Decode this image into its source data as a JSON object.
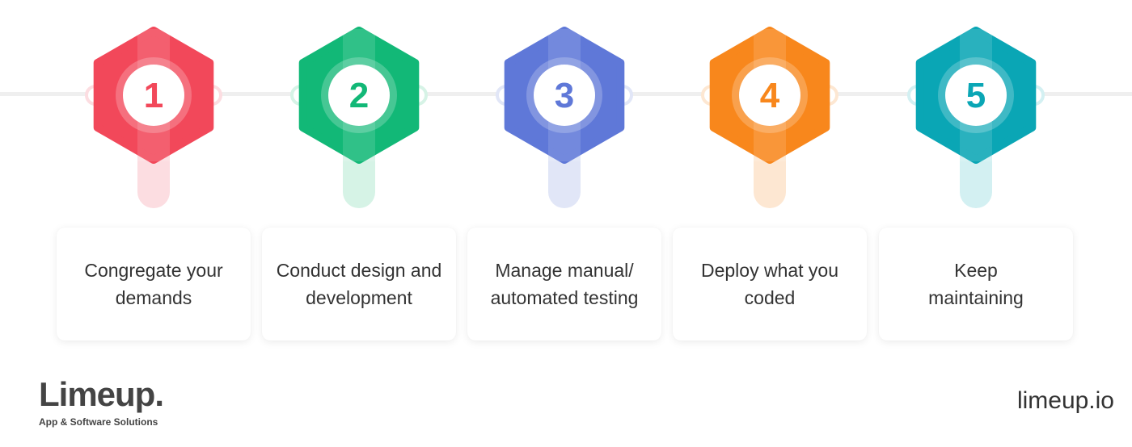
{
  "steps": [
    {
      "number": "1",
      "text": "Congregate your\ndemands",
      "color": "#f2485a",
      "light": "#fcdde1"
    },
    {
      "number": "2",
      "text": "Conduct design and\ndevelopment",
      "color": "#12b877",
      "light": "#d6f3e6"
    },
    {
      "number": "3",
      "text": "Manage manual/\nautomated testing",
      "color": "#5f78d8",
      "light": "#e1e6f7"
    },
    {
      "number": "4",
      "text": "Deploy what you\ncoded",
      "color": "#f8871c",
      "light": "#fde7d2"
    },
    {
      "number": "5",
      "text": "Keep\nmaintaining",
      "color": "#0aa6b5",
      "light": "#d3f0f2"
    }
  ],
  "brand": {
    "logo": "Limeup.",
    "tagline": "App & Software Solutions"
  },
  "site": "limeup.io"
}
